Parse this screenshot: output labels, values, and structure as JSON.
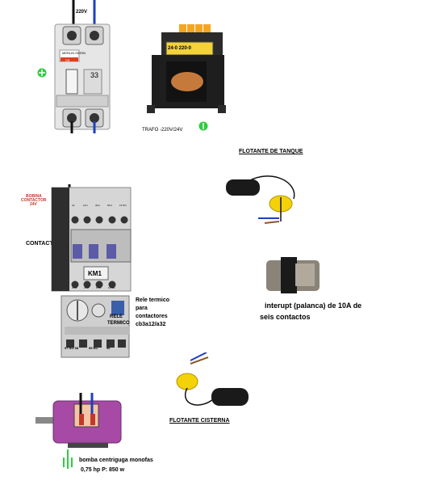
{
  "breaker": {
    "voltage_label": "220V",
    "brand_label": "MERLIN GERIN",
    "rating_label": "C6",
    "number_label": "33"
  },
  "transformer": {
    "top_label": "24-0   220-0",
    "caption": "TRAFO -220V/24V"
  },
  "float_tank": {
    "title": "FLOTANTE DE TANQUE"
  },
  "contactor": {
    "coil_label_line1": "BOBINA",
    "coil_label_line2": "CONTACTOR",
    "coil_label_line3": "24V",
    "label": "CONTACTOR",
    "tag": "KM1",
    "top_terminals": [
      "A1",
      "1/L1",
      "3/L2",
      "5/L3",
      "13 NO"
    ],
    "bottom_terminals": [
      "2/T1",
      "4/T2",
      "6/T3",
      "14 NO"
    ]
  },
  "relay": {
    "desc_line1": "Rele termico",
    "desc_line2": "para",
    "desc_line3": "contactores",
    "desc_line4": "cb3a12/a32",
    "overlay_line1": "RELE",
    "overlay_line2": "TERMICO",
    "terminal_labels": [
      "97 NO 98",
      "95 NC",
      "96"
    ]
  },
  "switch": {
    "desc_line1": "interupt (palanca) de 10A de",
    "desc_line2": "seis contactos"
  },
  "float_cistern": {
    "title": "FLOTANTE CISTERNA"
  },
  "pump": {
    "desc_line1": "bomba centriguga monofas",
    "desc_line2": "0,75 hp  P: 850 w"
  },
  "colors": {
    "ground": "#2ecc40",
    "blue_wire": "#1f3fbf",
    "yellow_float": "#f4d20a",
    "motor_purple": "#a64aa6"
  }
}
